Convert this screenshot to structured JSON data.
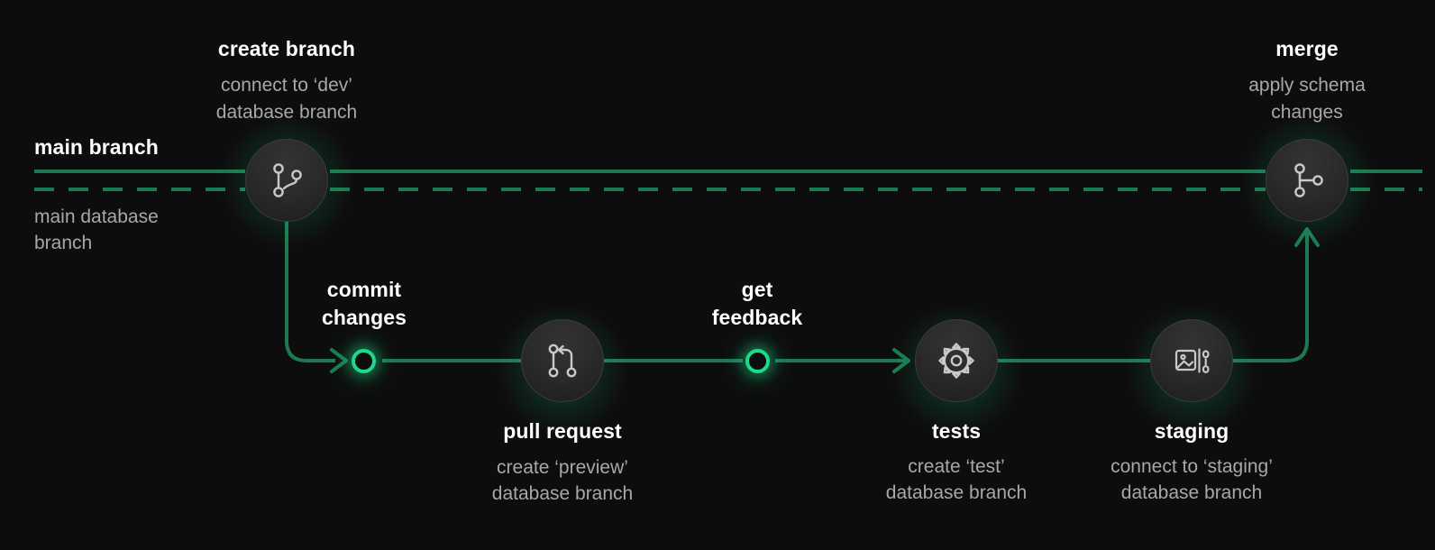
{
  "diagram": {
    "title": "git branching and database branch workflow",
    "background_color": "#0d0d0d",
    "accent_color": "#1fd98a",
    "line_color": "#1a7a52"
  },
  "main_track": {
    "branch_label": "main branch",
    "database_label_line1": "main database",
    "database_label_line2": "branch"
  },
  "nodes": [
    {
      "id": "create-branch",
      "title": "create branch",
      "sub_line1": "connect to ‘dev’",
      "sub_line2": "database branch",
      "icon": "git-branch-icon",
      "label_position": "above"
    },
    {
      "id": "merge",
      "title": "merge",
      "sub_line1": "apply schema",
      "sub_line2": "changes",
      "icon": "git-merge-icon",
      "label_position": "above"
    },
    {
      "id": "commit-changes",
      "title_line1": "commit",
      "title_line2": "changes",
      "icon": "commit-dot-icon",
      "label_position": "above"
    },
    {
      "id": "pull-request",
      "title": "pull request",
      "sub_line1": "create ‘preview’",
      "sub_line2": "database branch",
      "icon": "pull-request-icon",
      "label_position": "below"
    },
    {
      "id": "get-feedback",
      "title_line1": "get",
      "title_line2": "feedback",
      "icon": "feedback-dot-icon",
      "label_position": "above"
    },
    {
      "id": "tests",
      "title": "tests",
      "sub_line1": "create ‘test’",
      "sub_line2": "database branch",
      "icon": "gear-icon",
      "label_position": "below"
    },
    {
      "id": "staging",
      "title": "staging",
      "sub_line1": "connect to ‘staging’",
      "sub_line2": "database branch",
      "icon": "image-binary-icon",
      "label_position": "below"
    }
  ]
}
